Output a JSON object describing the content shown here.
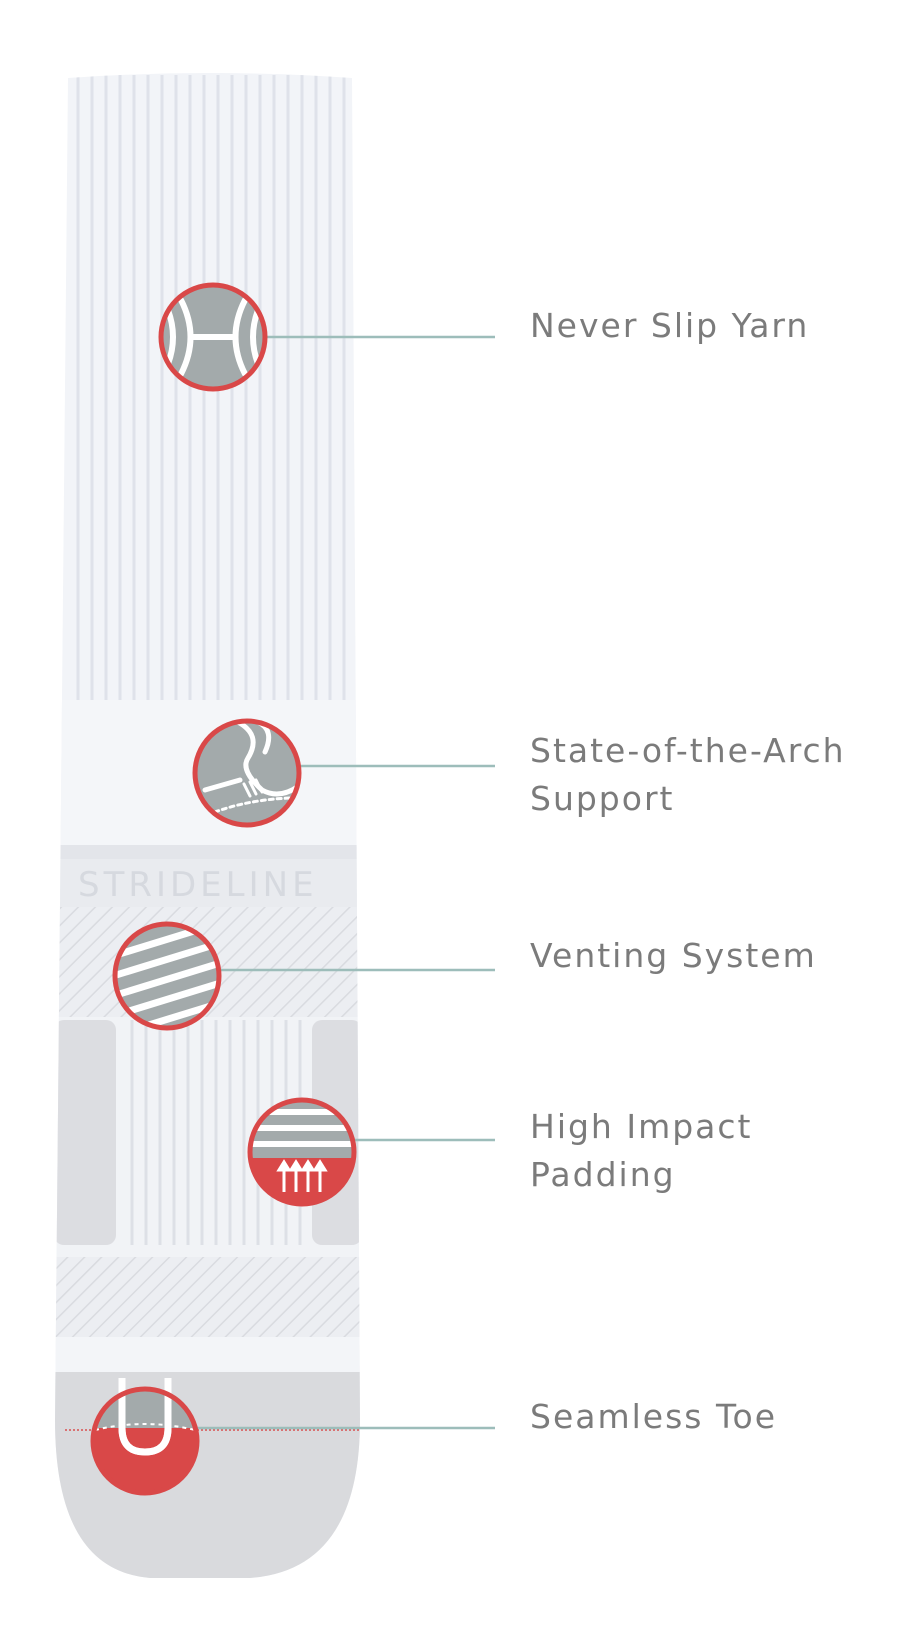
{
  "colors": {
    "accent_red": "#d94848",
    "icon_gray": "#a3aaab",
    "connector": "#9dbdba",
    "label_text": "#7b7b7b",
    "sock_white": "#f2f4f8",
    "sock_gray": "#d8d9dc"
  },
  "product": {
    "logo_text": "STRIDELINE"
  },
  "features": [
    {
      "id": "never-slip-yarn",
      "icon": "yarn-icon",
      "lines": [
        "Never Slip Yarn"
      ]
    },
    {
      "id": "arch-support",
      "icon": "arch-support-icon",
      "lines": [
        "State-of-the-Arch",
        "Support"
      ]
    },
    {
      "id": "venting-system",
      "icon": "venting-icon",
      "lines": [
        "Venting System"
      ]
    },
    {
      "id": "high-impact-padding",
      "icon": "padding-icon",
      "lines": [
        "High Impact",
        "Padding"
      ]
    },
    {
      "id": "seamless-toe",
      "icon": "toe-icon",
      "lines": [
        "Seamless Toe"
      ]
    }
  ]
}
